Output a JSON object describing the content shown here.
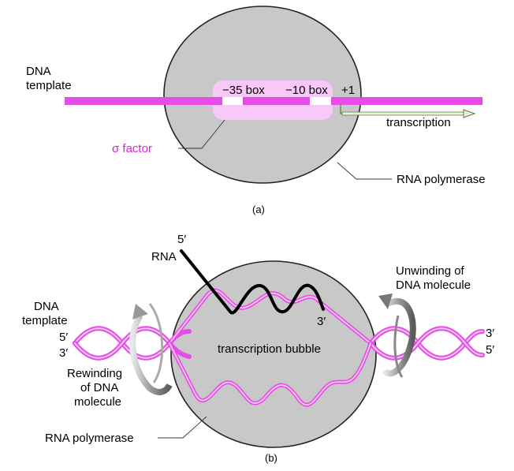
{
  "panel_a": {
    "caption": "(a)",
    "dna_template_line1": "DNA",
    "dna_template_line2": "template",
    "box_35": "−35 box",
    "box_10": "−10 box",
    "plus_one": "+1",
    "transcription": "transcription",
    "sigma_factor": "σ factor",
    "rna_polymerase": "RNA polymerase"
  },
  "panel_b": {
    "caption": "(b)",
    "rna_5prime": "5′",
    "rna_label": "RNA",
    "rna_3prime": "3′",
    "unwinding_line1": "Unwinding of",
    "unwinding_line2": "DNA molecule",
    "dna_template_line1": "DNA",
    "dna_template_line2": "template",
    "left_5prime": "5′",
    "left_3prime": "3′",
    "right_3prime": "3′",
    "right_5prime": "5′",
    "bubble_label": "transcription bubble",
    "rewinding_line1": "Rewinding",
    "rewinding_line2": "of DNA",
    "rewinding_line3": "molecule",
    "rna_polymerase": "RNA polymerase"
  },
  "colors": {
    "dna_magenta": "#e64ce6",
    "dna_light": "#f5c8f5",
    "sigma_pink": "#f8c8f8",
    "polymerase_gray": "#c8c8c8",
    "label_magenta": "#e020e0",
    "arrow_green": "#5a7a3a",
    "rna_black": "#000000"
  }
}
